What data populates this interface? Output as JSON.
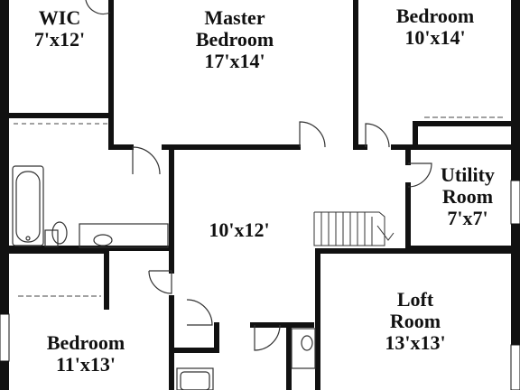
{
  "rooms": {
    "wic": {
      "name": "WIC",
      "size": "7'x12'"
    },
    "master_bedroom": {
      "name1": "Master",
      "name2": "Bedroom",
      "size": "17'x14'"
    },
    "bedroom_ne": {
      "name": "Bedroom",
      "size": "10'x14'"
    },
    "utility_room": {
      "name1": "Utility",
      "name2": "Room",
      "size": "7'x7'"
    },
    "hall": {
      "size": "10'x12'"
    },
    "loft_room": {
      "name1": "Loft",
      "name2": "Room",
      "size": "13'x13'"
    },
    "bedroom_sw": {
      "name": "Bedroom",
      "size": "11'x13'"
    }
  },
  "colors": {
    "wall": "#111111",
    "line": "#333333",
    "background": "#ffffff"
  }
}
